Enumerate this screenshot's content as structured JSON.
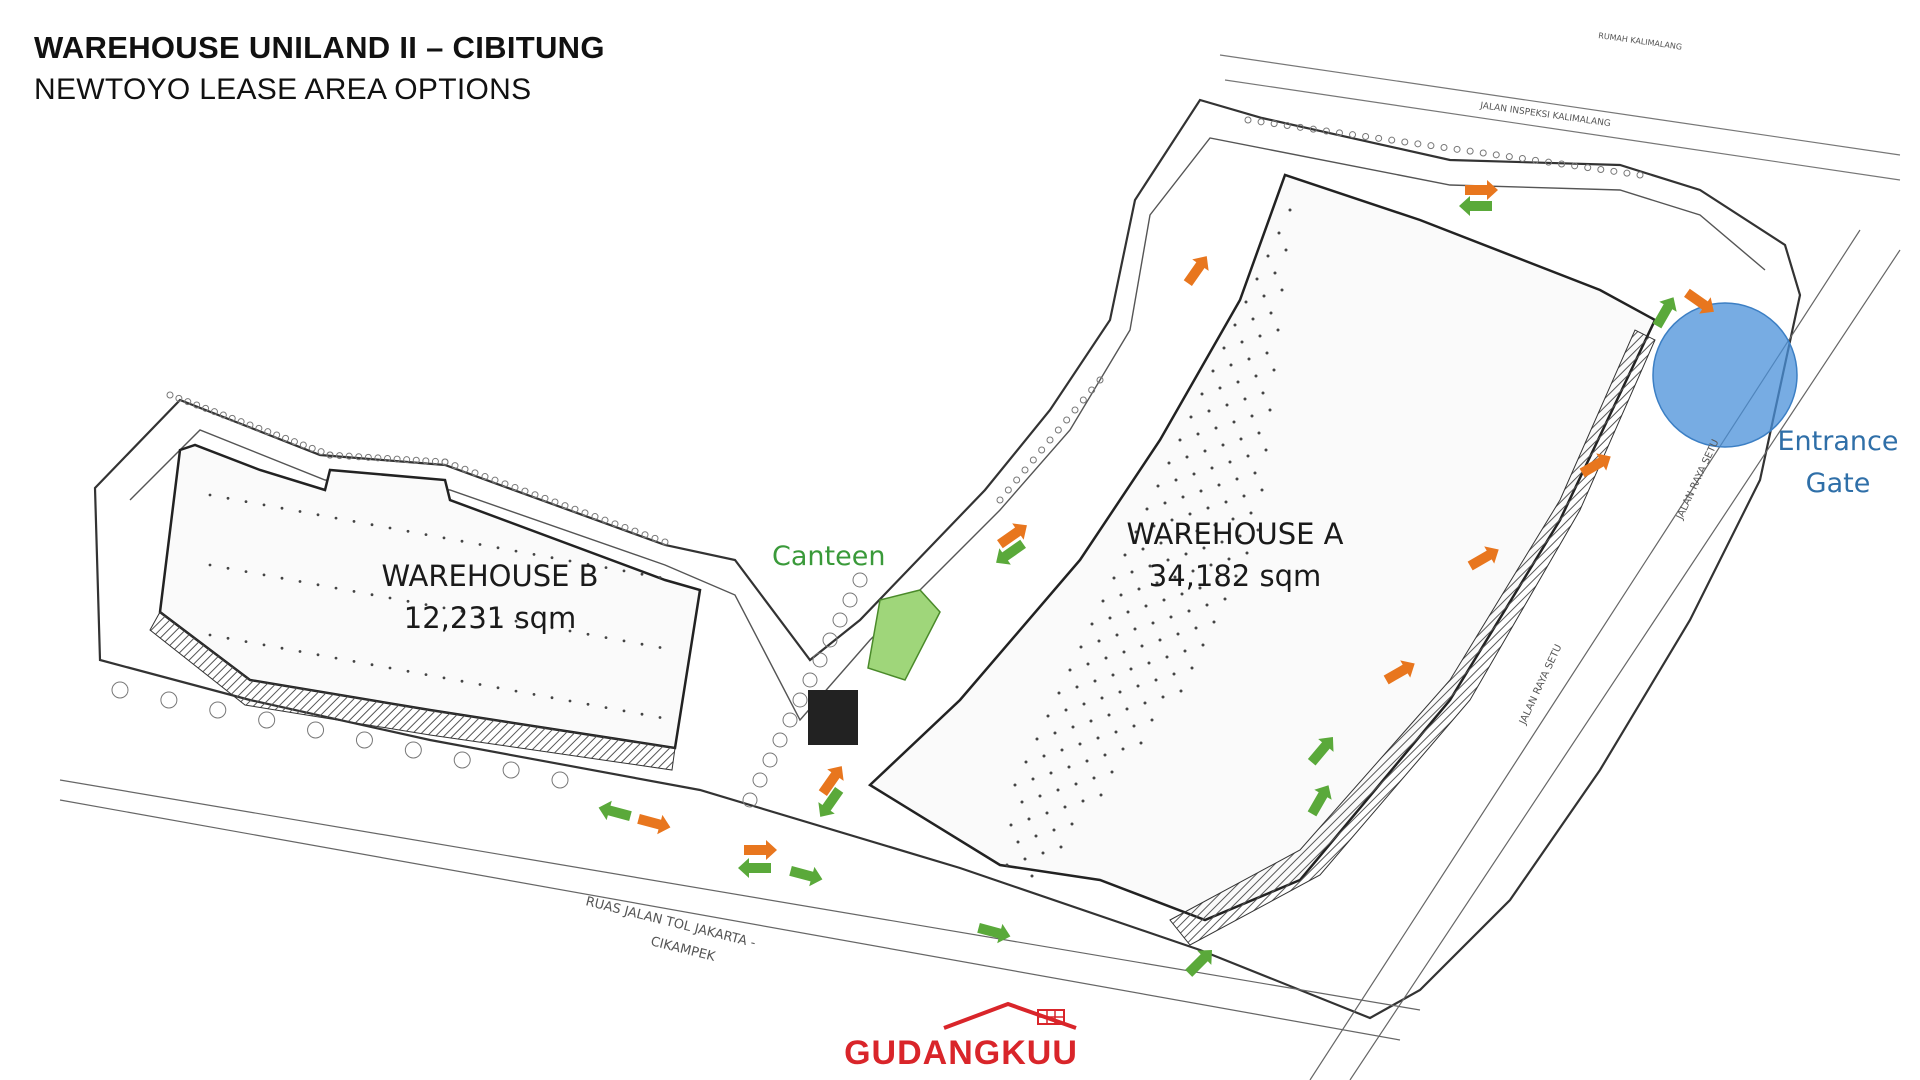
{
  "header": {
    "title": "WAREHOUSE UNILAND II – CIBITUNG",
    "subtitle": "NEWTOYO LEASE AREA OPTIONS"
  },
  "map": {
    "warehouse_a": {
      "name": "WAREHOUSE A",
      "area": "34,182 sqm"
    },
    "warehouse_b": {
      "name": "WAREHOUSE B",
      "area": "12,231 sqm"
    },
    "canteen": "Canteen",
    "entrance_gate": {
      "line1": "Entrance",
      "line2": "Gate"
    },
    "streets": {
      "toll_road_line1": "RUAS JALAN TOL JAKARTA -",
      "toll_road_line2": "CIKAMPEK",
      "jalan_raya_setu_1": "JALAN RAYA SETU",
      "jalan_raya_setu_2": "JALAN RAYA SETU",
      "jalan_top": "JALAN INSPEKSI KALIMALANG",
      "top_right": "RUMAH KALIMALANG"
    }
  },
  "brand": {
    "logo_text": "GUDANGKUU"
  },
  "colors": {
    "title": "#111111",
    "canteen_green": "#3a9a3a",
    "canteen_fill": "#9fd67a",
    "gate_blue": "#2f6fa8",
    "gate_circle": "#4a90d9",
    "arrow_orange": "#e8761e",
    "arrow_green": "#5aa93a",
    "brand_red": "#d9252a",
    "plan_line": "#333333"
  }
}
